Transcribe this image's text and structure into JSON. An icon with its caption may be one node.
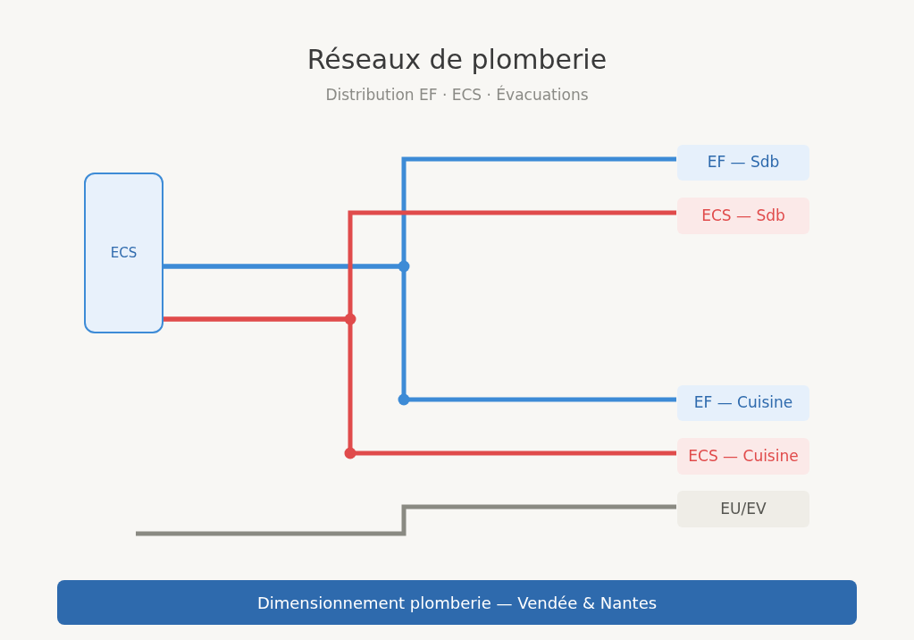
{
  "diagram": {
    "title": "Réseaux de plomberie",
    "nodes": [
      {
        "text": [
          "ECS"
        ]
      },
      {
        "text": [
          "EF — Sdb"
        ]
      },
      {
        "text": [
          "ECS — Sdb"
        ]
      },
      {
        "text": [
          "EF — Cuisine"
        ]
      },
      {
        "text": [
          "ECS — Cuisine"
        ]
      },
      {
        "text": [
          "EU/EV"
        ]
      }
    ],
    "edges": [
      {
        "from": 0,
        "to": 1,
        "arrow": "none",
        "color": "#3d8bd6"
      },
      {
        "from": 0,
        "to": 3,
        "arrow": "none",
        "color": "#3d8bd6"
      },
      {
        "from": 0,
        "to": 2,
        "arrow": "none",
        "color": "#e04b4b"
      },
      {
        "from": 0,
        "to": 4,
        "arrow": "none",
        "color": "#e04b4b"
      },
      {
        "from": null,
        "to": 5,
        "arrow": "none",
        "color": "#8a8a82"
      }
    ],
    "labels": [
      "Distribution EF · ECS · Évacuations",
      "Dimensionnement plomberie — Vendée & Nantes"
    ]
  }
}
